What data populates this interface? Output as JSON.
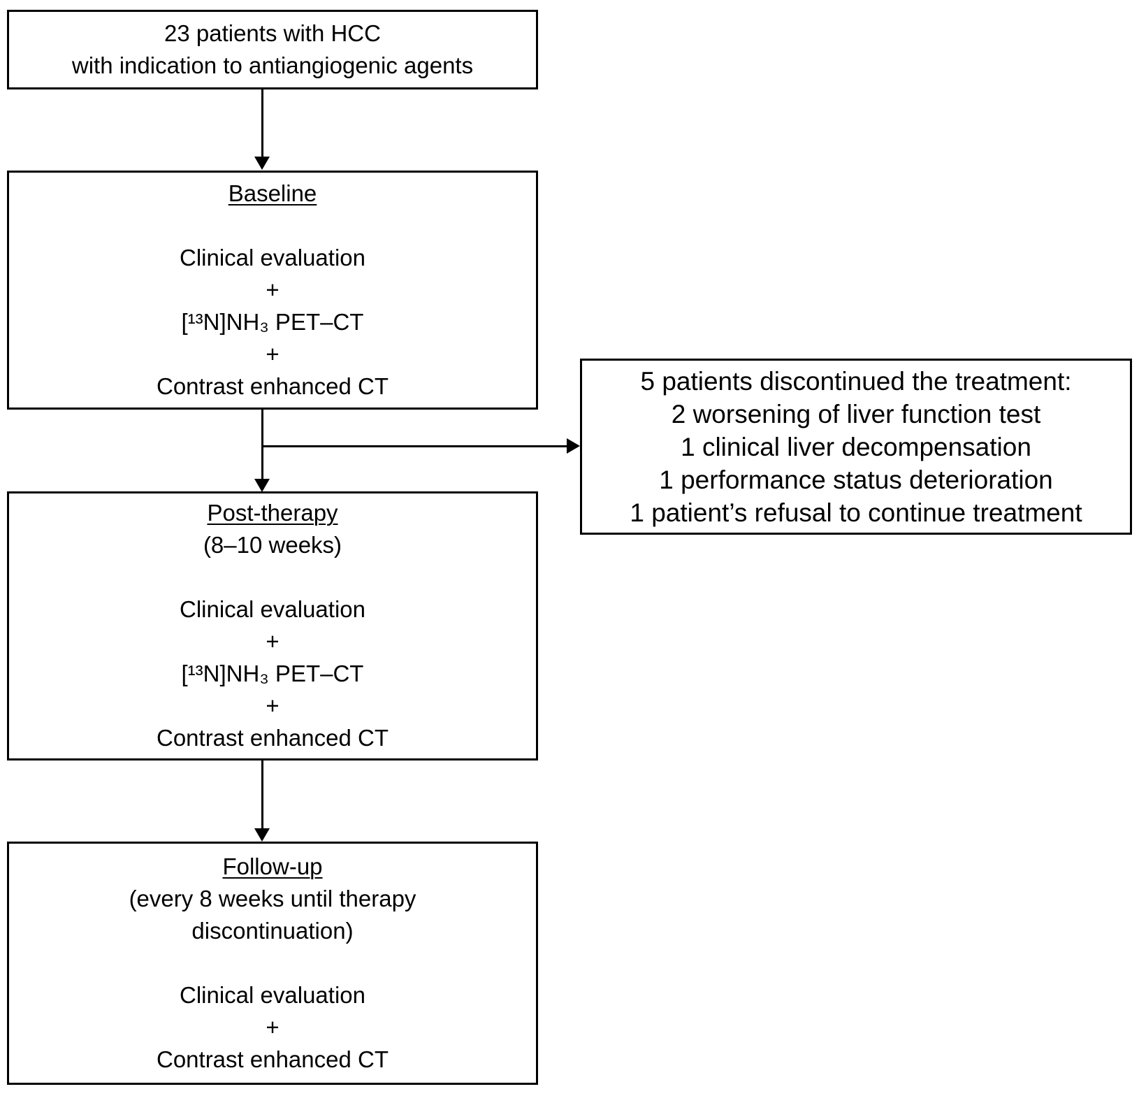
{
  "diagram": {
    "background_color": "#ffffff",
    "line_color": "#000000",
    "boxes": {
      "enrollment": {
        "lines": [
          "23 patients with HCC",
          "with indication to antiangiogenic agents"
        ]
      },
      "baseline": {
        "title": "Baseline",
        "lines": [
          "Clinical evaluation",
          "+",
          "[¹³N]NH₃ PET–CT",
          "+",
          "Contrast enhanced CT"
        ]
      },
      "discontinued": {
        "lines": [
          "5 patients discontinued the treatment:",
          "2 worsening of liver function test",
          "1 clinical liver decompensation",
          "1 performance status deterioration",
          "1 patient’s refusal to continue treatment"
        ]
      },
      "post_therapy": {
        "title": "Post-therapy",
        "subtitle": "(8–10 weeks)",
        "lines": [
          "Clinical evaluation",
          "+",
          "[¹³N]NH₃ PET–CT",
          "+",
          "Contrast enhanced CT"
        ]
      },
      "follow_up": {
        "title": "Follow-up",
        "subtitle": "(every 8 weeks until therapy discontinuation)",
        "lines": [
          "Clinical evaluation",
          "+",
          "Contrast enhanced CT"
        ]
      }
    }
  }
}
